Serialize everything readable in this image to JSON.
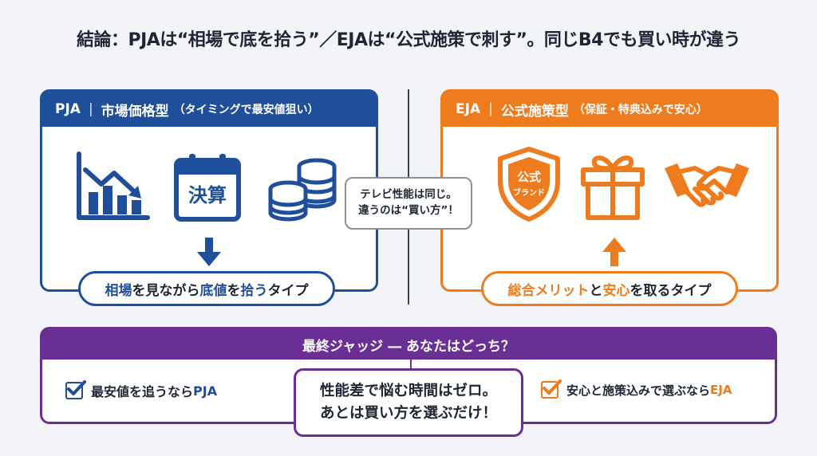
{
  "title": "結論：PJAは“相場で底を拾う”／EJAは“公式施策で刺す”。同じB4でも買い時が違う",
  "pja": {
    "label": "PJA",
    "sep": "|",
    "type": "市場価格型",
    "sub": "（タイミングで最安値狙い）",
    "calendar_text": "決算",
    "pill": {
      "a": "相場",
      "b": "を見ながら",
      "c": "底値",
      "d": "を",
      "e": "拾う",
      "f": "タイプ"
    },
    "colors": {
      "accent": "#1f4e9a"
    }
  },
  "eja": {
    "label": "EJA",
    "sep": "|",
    "type": "公式施策型",
    "sub": "（保証・特典込みで安心）",
    "shield_line1": "公式",
    "shield_line2": "ブランド",
    "pill": {
      "a": "総合メリット",
      "b": "と",
      "c": "安心",
      "d": "を取るタイプ"
    },
    "colors": {
      "accent": "#ee7b1e"
    }
  },
  "center_bubble": {
    "line1": "テレビ性能は同じ。",
    "line2": "違うのは“買い方”！"
  },
  "judge": {
    "title": "最終ジャッジ ― あなたはどっち？",
    "left": {
      "a": "最安値を追うなら",
      "b": "PJA"
    },
    "right": {
      "a": "安心と施策込みで選ぶなら",
      "b": "EJA"
    },
    "bubble_line1": "性能差で悩む時間はゼロ。",
    "bubble_line2": "あとは買い方を選ぶだけ！",
    "colors": {
      "accent": "#6a2f94"
    }
  },
  "icons": [
    "bar-chart-down-icon",
    "calendar-icon",
    "coins-icon",
    "arrow-down-icon",
    "shield-icon",
    "gift-icon",
    "handshake-icon",
    "arrow-up-icon",
    "checkbox-icon"
  ]
}
